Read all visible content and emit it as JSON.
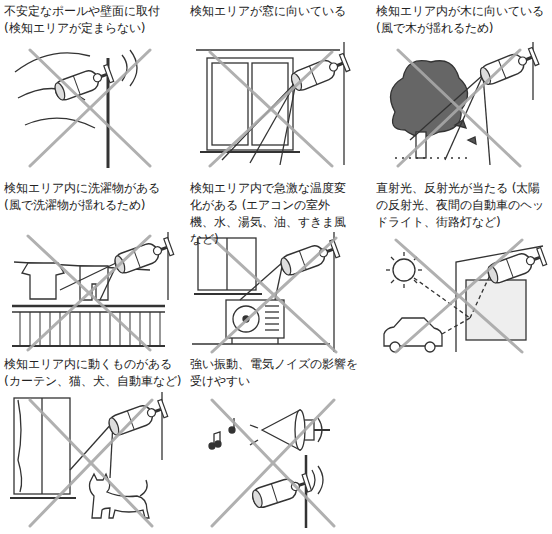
{
  "diagram": {
    "labels": [
      "不安定なポールや壁面に取付 (検知エリアが定まらない)",
      "検知エリアが窓に向いている",
      "検知エリア内が木に向いている (風で木が揺れるため)",
      "検知エリア内に洗濯物がある (風で洗濯物が揺れるため)",
      "検知エリア内で急激な温度変化がある (エアコンの室外機、水、湯気、油、すきま風など)",
      "直射光、反射光が当たる (太陽の反射光、夜間の自動車のヘッドライト、街路灯など)",
      "検知エリア内に動くものがある (カーテン、猫、犬、自動車など)",
      "強い振動、電気ノイズの影響を受けやすい"
    ]
  }
}
